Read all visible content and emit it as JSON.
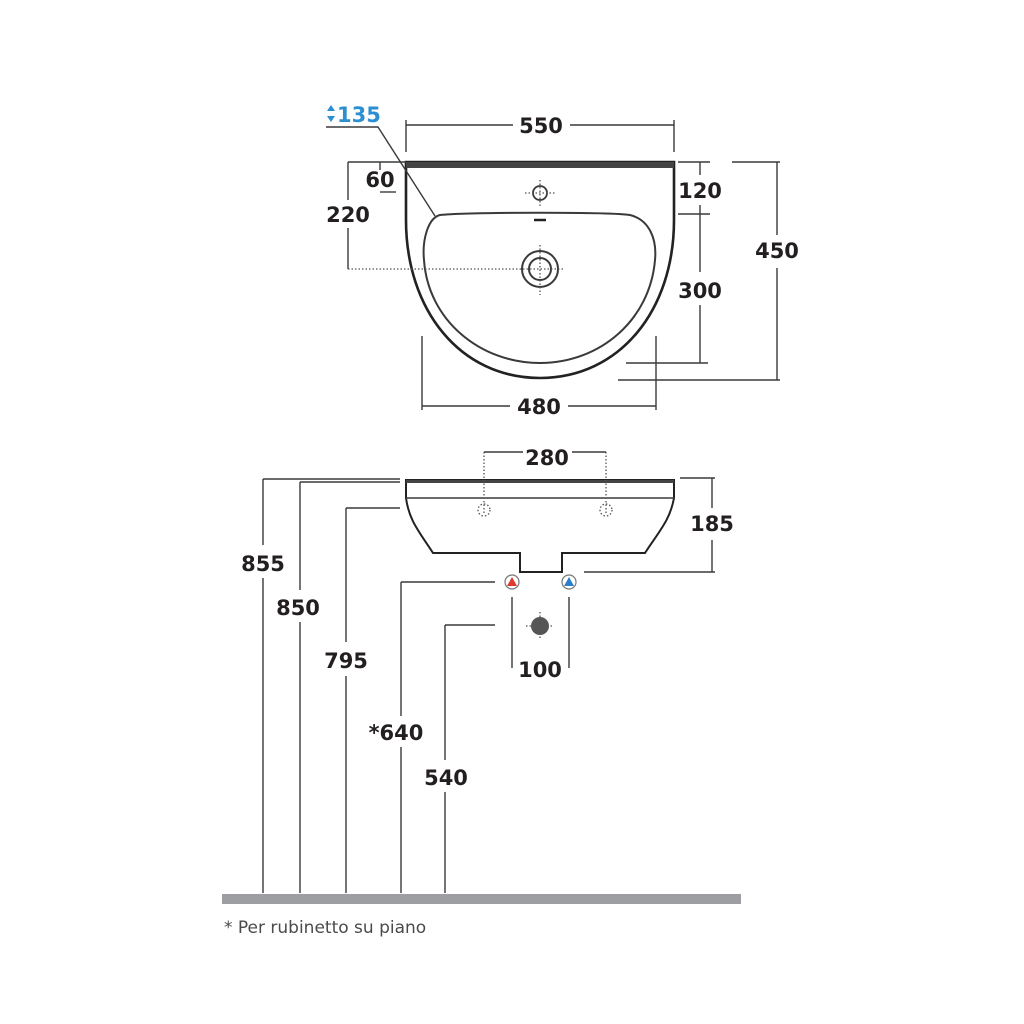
{
  "top_view": {
    "depth_overflow_label": "135",
    "width_total": "550",
    "width_bowl": "480",
    "tap_hole_offset": "60",
    "drain_offset_side": "220",
    "tap_to_bowl": "120",
    "bowl_depth": "300",
    "depth_total": "450"
  },
  "front_view": {
    "tap_spacing": "280",
    "basin_height": "185",
    "supply_spacing": "100",
    "height_top": "855",
    "height_rim": "850",
    "height_bowl_bottom": "795",
    "height_supply": "*640",
    "height_drain": "540"
  },
  "footnote": "* Per rubinetto su piano",
  "colors": {
    "hot_supply": "#e03a2f",
    "cold_supply": "#2b7fc8",
    "floor": "#9d9ea1",
    "accent_label": "#2b8fd1"
  }
}
